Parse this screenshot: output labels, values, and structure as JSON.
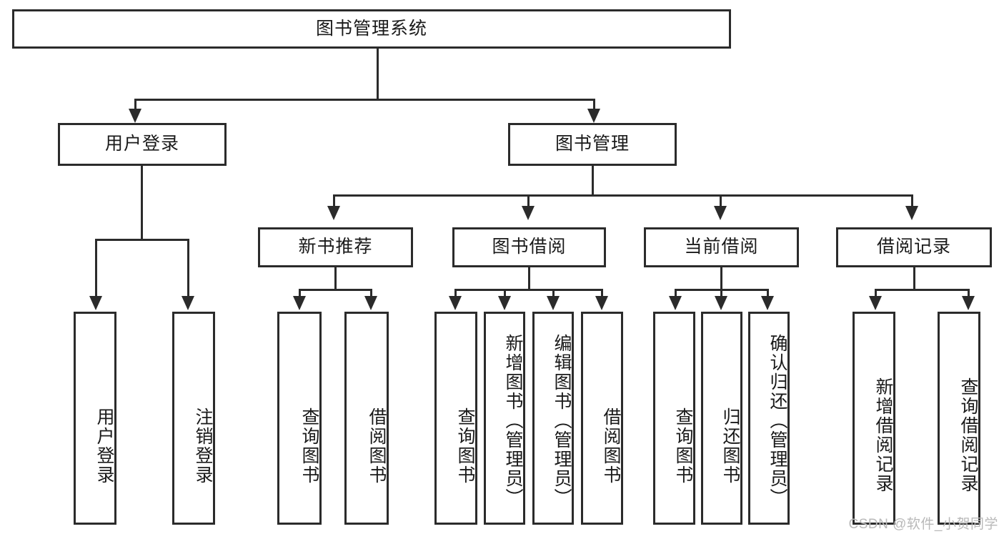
{
  "diagram": {
    "type": "tree",
    "title": "图书管理系统",
    "watermark": "CSDN @软件_小贺同学",
    "colors": {
      "stroke": "#2b2b2b",
      "fill": "#ffffff",
      "text": "#1a1a1a",
      "watermark": "#b9b9b9"
    },
    "root": {
      "label": "图书管理系统"
    },
    "level2": [
      {
        "id": "user-login",
        "label": "用户登录"
      },
      {
        "id": "book-manage",
        "label": "图书管理"
      }
    ],
    "level3": [
      {
        "id": "new-book-recommend",
        "label": "新书推荐"
      },
      {
        "id": "book-borrow",
        "label": "图书借阅"
      },
      {
        "id": "current-borrow",
        "label": "当前借阅"
      },
      {
        "id": "borrow-record",
        "label": "借阅记录"
      }
    ],
    "leaves": {
      "user_login": [
        {
          "id": "leaf-user-login",
          "label": "用户登录"
        },
        {
          "id": "leaf-logout",
          "label": "注销登录"
        }
      ],
      "new_book_recommend": [
        {
          "id": "leaf-query-book-1",
          "label": "查询图书"
        },
        {
          "id": "leaf-borrow-book-1",
          "label": "借阅图书"
        }
      ],
      "book_borrow": [
        {
          "id": "leaf-query-book-2",
          "label": "查询图书"
        },
        {
          "id": "leaf-add-book",
          "label": "新增图书（管理员）"
        },
        {
          "id": "leaf-edit-book",
          "label": "编辑图书（管理员）"
        },
        {
          "id": "leaf-borrow-book-2",
          "label": "借阅图书"
        }
      ],
      "current_borrow": [
        {
          "id": "leaf-query-book-3",
          "label": "查询图书"
        },
        {
          "id": "leaf-return-book",
          "label": "归还图书"
        },
        {
          "id": "leaf-confirm-return",
          "label": "确认归还（管理员）"
        }
      ],
      "borrow_record": [
        {
          "id": "leaf-add-record",
          "label": "新增借阅记录"
        },
        {
          "id": "leaf-query-record",
          "label": "查询借阅记录"
        }
      ]
    }
  }
}
